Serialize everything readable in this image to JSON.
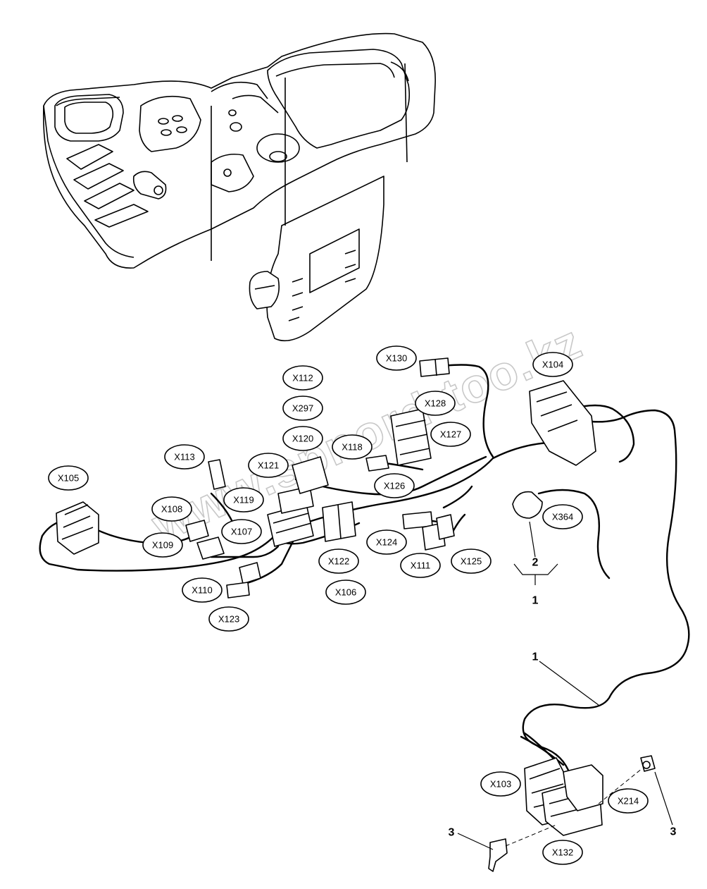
{
  "watermark": "www.spnord-too.kz",
  "labels": {
    "X105": "X105",
    "X113": "X113",
    "X108": "X108",
    "X109": "X109",
    "X107": "X107",
    "X119": "X119",
    "X121": "X121",
    "X110": "X110",
    "X123": "X123",
    "X112": "X112",
    "X297": "X297",
    "X120": "X120",
    "X118": "X118",
    "X126": "X126",
    "X122": "X122",
    "X106": "X106",
    "X124": "X124",
    "X111": "X111",
    "X125": "X125",
    "X130": "X130",
    "X128": "X128",
    "X127": "X127",
    "X104": "X104",
    "X364": "X364",
    "X103": "X103",
    "X214": "X214",
    "X132": "X132"
  },
  "callouts": {
    "harness_top": "1",
    "harness_mid": "1",
    "group": "2",
    "fastener_left": "3",
    "fastener_right": "3"
  },
  "colors": {
    "line": "#000000",
    "watermark": "#c8c8c8"
  }
}
